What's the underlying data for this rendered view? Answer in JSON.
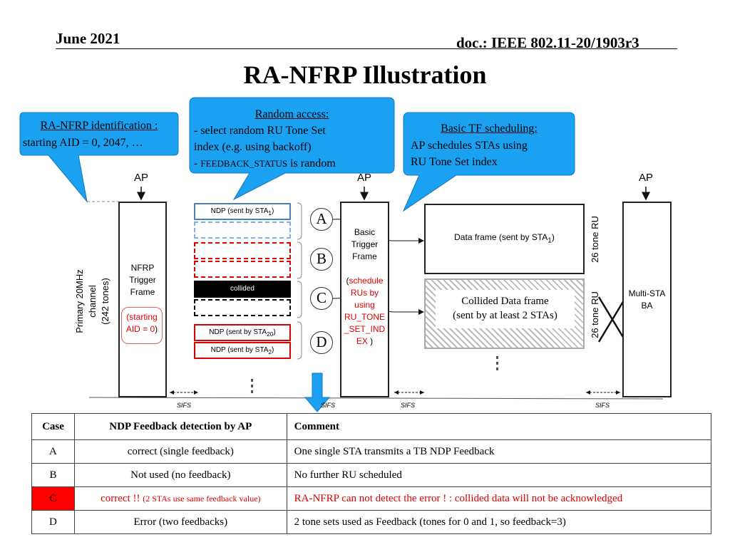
{
  "header": {
    "date": "June 2021",
    "doc": "doc.: IEEE 802.11-20/1903r3"
  },
  "title": "RA-NFRP Illustration",
  "callouts": {
    "identification": {
      "line1": "RA-NFRP identification :",
      "line2": "starting AID = 0, 2047, …"
    },
    "random_access": {
      "heading": "Random access:",
      "line1": "- select random RU Tone Set",
      "line2": "index (e.g. using backoff)",
      "line3a": "- ",
      "line3b": "FEEDBACK_STATUS",
      "line3c": " is random"
    },
    "basic_tf": {
      "heading": "Basic TF scheduling:",
      "line1": "AP schedules STAs using",
      "line2": "RU Tone Set index"
    }
  },
  "ap_labels": [
    "AP",
    "AP",
    "AP"
  ],
  "channel_label": {
    "line1": "Primary 20MHz",
    "line2": "channel",
    "line3": "(242 tones)"
  },
  "nfrp_frame": {
    "line1": "NFRP",
    "line2": "Trigger",
    "line3": "Frame",
    "red1": "(starting",
    "red2": "AID = 0",
    "close": ")"
  },
  "ndp": {
    "sta1_pre": "NDP (sent by STA",
    "sta1_sub": "1",
    "collided": "collided",
    "sta20_pre": "NDP (sent by STA",
    "sta20_sub": "20",
    "sta2_pre": "NDP (sent by STA",
    "sta2_sub": "2",
    "close": ")"
  },
  "case_letters": [
    "A",
    "B",
    "C",
    "D"
  ],
  "basic_trigger": {
    "line1": "Basic",
    "line2": "Trigger",
    "line3": "Frame",
    "open": "(",
    "red1": "schedule",
    "red2": "RUs by",
    "red3": "using",
    "red4": "RU_TONE",
    "red5": "_SET_IND",
    "red6": "EX",
    "close": " )"
  },
  "data_frame": {
    "pre": "Data frame (sent by STA",
    "sub": "1",
    "close": ")"
  },
  "collided_frame": {
    "line1": "Collided Data frame",
    "line2": "(sent by at least 2 STAs)"
  },
  "tone_ru_labels": [
    "26 tone RU",
    "26 tone RU"
  ],
  "multi_sta": {
    "line1": "Multi-STA",
    "line2": "BA"
  },
  "sifs_labels": [
    "SIFS",
    "SIFS",
    "SIFS",
    "SIFS"
  ],
  "table": {
    "headers": [
      "Case",
      "NDP Feedback detection by AP",
      "Comment"
    ],
    "rows": [
      {
        "case": "A",
        "detection": "correct (single feedback)",
        "comment": "One single STA transmits a TB NDP Feedback"
      },
      {
        "case": "B",
        "detection": "Not used (no feedback)",
        "comment": "No further RU scheduled"
      },
      {
        "case": "C",
        "detection_main": "correct !! ",
        "detection_small": "(2 STAs use same feedback value)",
        "comment": "RA-NFRP can not detect the error ! : collided data will not be acknowledged"
      },
      {
        "case": "D",
        "detection": "Error (two feedbacks)",
        "comment": "2 tone sets used as Feedback (tones for 0 and 1, so feedback=3)"
      }
    ]
  },
  "colors": {
    "callout_blue": "#1ba1f2",
    "ndp_blue": "#4a7fc1",
    "ndp_light_blue": "#7fb0e0",
    "ndp_red": "#e00000",
    "case_c_highlight": "#ff0000",
    "arrow_blue": "#1ba1f2"
  }
}
